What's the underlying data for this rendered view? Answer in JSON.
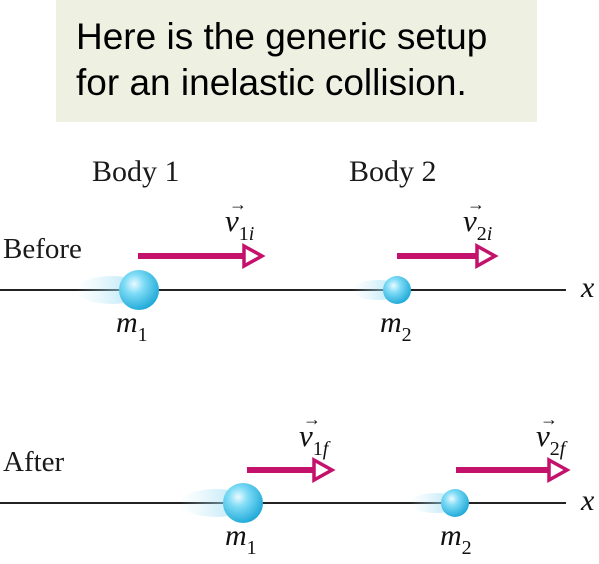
{
  "banner": {
    "line1": "Here is the generic setup",
    "line2": "for an inelastic collision."
  },
  "labels": {
    "body1": "Body 1",
    "body2": "Body 2",
    "before": "Before",
    "after": "After",
    "axis": "x"
  },
  "vectors": {
    "v1i": {
      "symbol": "v",
      "index": "1",
      "state": "i"
    },
    "v2i": {
      "symbol": "v",
      "index": "2",
      "state": "i"
    },
    "v1f": {
      "symbol": "v",
      "index": "1",
      "state": "f"
    },
    "v2f": {
      "symbol": "v",
      "index": "2",
      "state": "f"
    }
  },
  "masses": {
    "m1": {
      "symbol": "m",
      "index": "1"
    },
    "m2": {
      "symbol": "m",
      "index": "2"
    }
  },
  "colors": {
    "arrow": "#c4126c",
    "ball": "#34c3ec",
    "banner": "#eef0e2"
  }
}
